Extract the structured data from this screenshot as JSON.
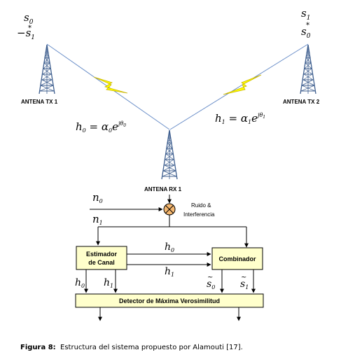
{
  "symbols_tx1": {
    "top": "s",
    "top_sub": "0",
    "neg": "−s",
    "neg_sub": "1",
    "star": "*"
  },
  "symbols_tx2": {
    "top": "s",
    "top_sub": "1",
    "bot": "s",
    "bot_sub": "0",
    "star": "*"
  },
  "antennas": {
    "tx1": "ANTENA  TX 1",
    "tx2": "ANTENA  TX 2",
    "rx1": "ANTENA  RX 1"
  },
  "channels": {
    "h0": {
      "h": "h",
      "sub": "0",
      "eq": " = ",
      "a": "α",
      "a_sub": "0",
      "e": "e",
      "exp": "jθ",
      "exp_sub": "0"
    },
    "h1": {
      "h": "h",
      "sub": "1",
      "eq": " = ",
      "a": "α",
      "a_sub": "1",
      "e": "e",
      "exp": "jθ",
      "exp_sub": "1"
    }
  },
  "noise": {
    "n0": "n",
    "n0_sub": "0",
    "n1": "n",
    "n1_sub": "1",
    "label_line1": "Ruido &",
    "label_line2": "Interferencia"
  },
  "blocks": {
    "estimator_line1": "Estimador",
    "estimator_line2": "de Canal",
    "combiner": "Combinador",
    "detector": "Detector de Máxima Verosimilitud"
  },
  "wires": {
    "h0": "h",
    "h0_sub": "0",
    "h1": "h",
    "h1_sub": "1",
    "s0": "s",
    "s0_sub": "0",
    "s1": "s",
    "s1_sub": "1",
    "tilde": "~"
  },
  "caption": {
    "label": "Figura 8:",
    "text": "Estructura del sistema propuesto por Alamouti [17]."
  },
  "colors": {
    "link": "#6a8ec8",
    "bolt_fill": "#ffff00",
    "tower": "#3f5f8f",
    "block_fill": "#ffffcc"
  }
}
